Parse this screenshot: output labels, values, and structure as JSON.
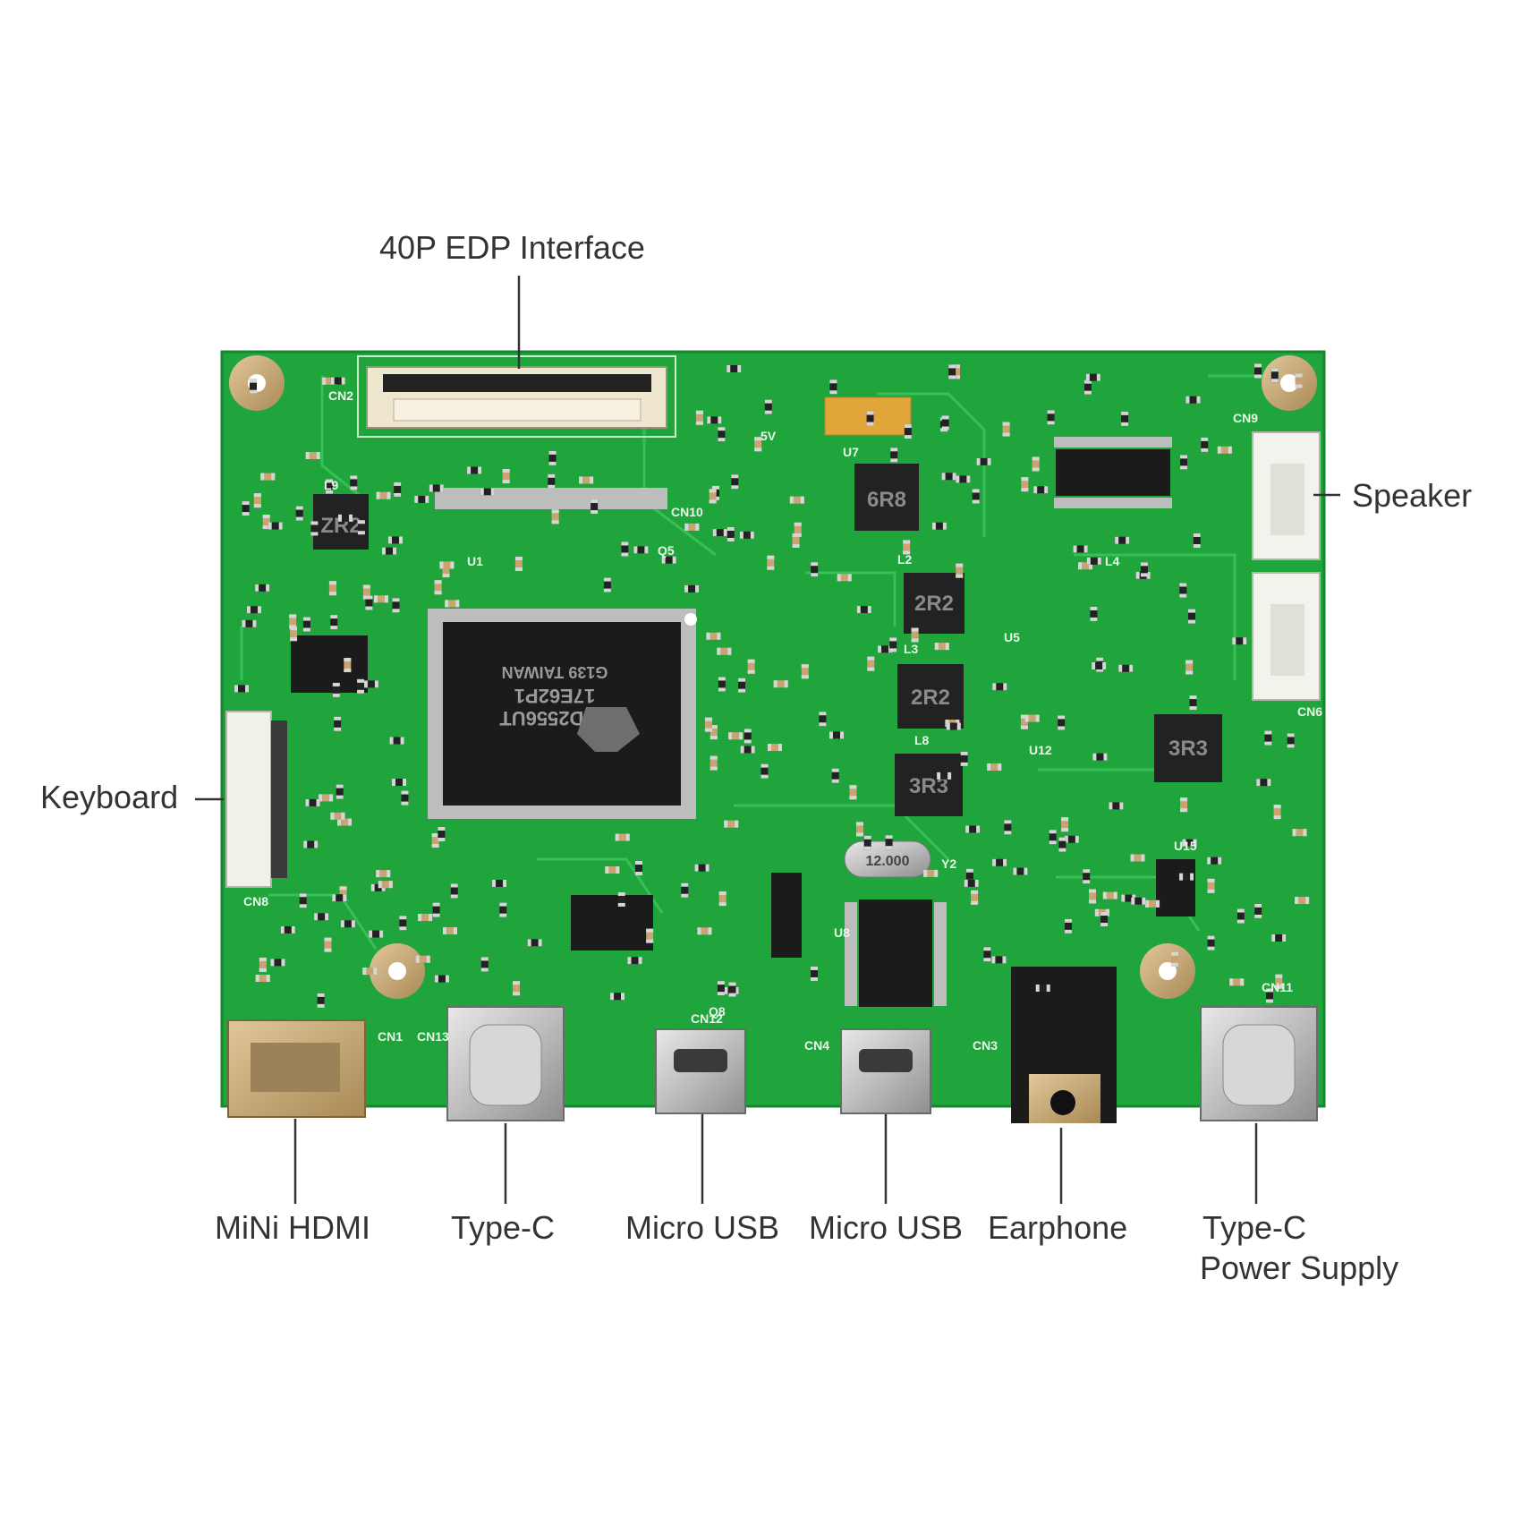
{
  "labels": {
    "edp": "40P EDP Interface",
    "speaker": "Speaker",
    "keyboard": "Keyboard",
    "mini_hdmi": "MiNi HDMI",
    "type_c": "Type-C",
    "micro_usb_1": "Micro USB",
    "micro_usb_2": "Micro USB",
    "earphone": "Earphone",
    "type_c_power_line1": "Type-C",
    "type_c_power_line2": "Power Supply"
  },
  "board": {
    "chip_text": [
      "RTD2556UT",
      "17E62P1",
      "G139 TAIWAN"
    ],
    "crystal_text": "12.000",
    "inductor_labels": [
      "ZR2",
      "6R8",
      "2R2",
      "2R2",
      "3R3",
      "3R3"
    ],
    "silkscreen": [
      "CN1",
      "CN2",
      "CN3",
      "CN4",
      "CN6",
      "CN8",
      "CN9",
      "CN10",
      "CN11",
      "CN12",
      "CN13",
      "U1",
      "U5",
      "U7",
      "U8",
      "U12",
      "U15",
      "5V",
      "L2",
      "L3",
      "L4",
      "L8",
      "L9",
      "Q5",
      "Q8",
      "Y2"
    ]
  },
  "colors": {
    "pcb": "#1fa53c",
    "trace": "#3cc25a",
    "chip": "#1b1b1b",
    "connector_metal": "#c8c8c8",
    "label_text": "#333333"
  }
}
